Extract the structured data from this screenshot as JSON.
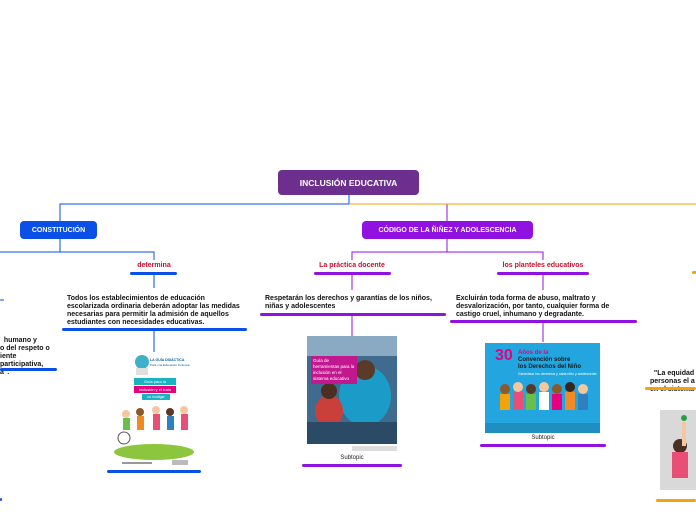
{
  "root": {
    "title": "INCLUSIÓN EDUCATIVA"
  },
  "left_branch": {
    "title": "CONSTITUCIÓN",
    "sub_label": "determina",
    "text": "Todos los establecimientos de educación escolarizada ordinaria deberán adoptar las medidas necesarias para permitir la admisión de aquellos estudiantes con necesidades educativas.",
    "cut_text": "humano y\no del respeto o\niente\nparticipativa,\na\".",
    "image": {
      "title": "LA GUÍA DIDÁCTICA",
      "sub": "Para una Educación Inclusiva",
      "badge1": "Guía para la",
      "badge2": "inclusión y el trato",
      "badge3": "no hostigar"
    }
  },
  "right_branch": {
    "title": "CÓDIGO DE LA ÑIÑEZ Y ADOLESCENCIA",
    "col1": {
      "label": "La práctica docente",
      "text": "Respetarán los derechos y garantías de los niños, niñas y adolescentes",
      "image_text": "Guía de herramientas para la inclusión en el sistema educativo",
      "caption": "Subtopic"
    },
    "col2": {
      "label": "los planteles educativos",
      "text": "Excluirán toda forma de abuso, maltrato y desvalorización, por tanto, cualquier forma de castigo cruel, inhumano y degradante.",
      "image_number": "30",
      "image_title1": "Años de la",
      "image_title2": "Convención sobre",
      "image_title3": "los Derechos del Niño",
      "image_sub": "Garantizar los derechos y cada niño y adolescente",
      "caption": "Subtopic"
    }
  },
  "far_right": {
    "text": "\"La equidad de\npersonas el a\nen el sistema"
  },
  "colors": {
    "root": "#6d2f8e",
    "left": "#0a4fe6",
    "right": "#9111e0",
    "orange": "#f5a10a",
    "red_label": "#c8102e"
  }
}
